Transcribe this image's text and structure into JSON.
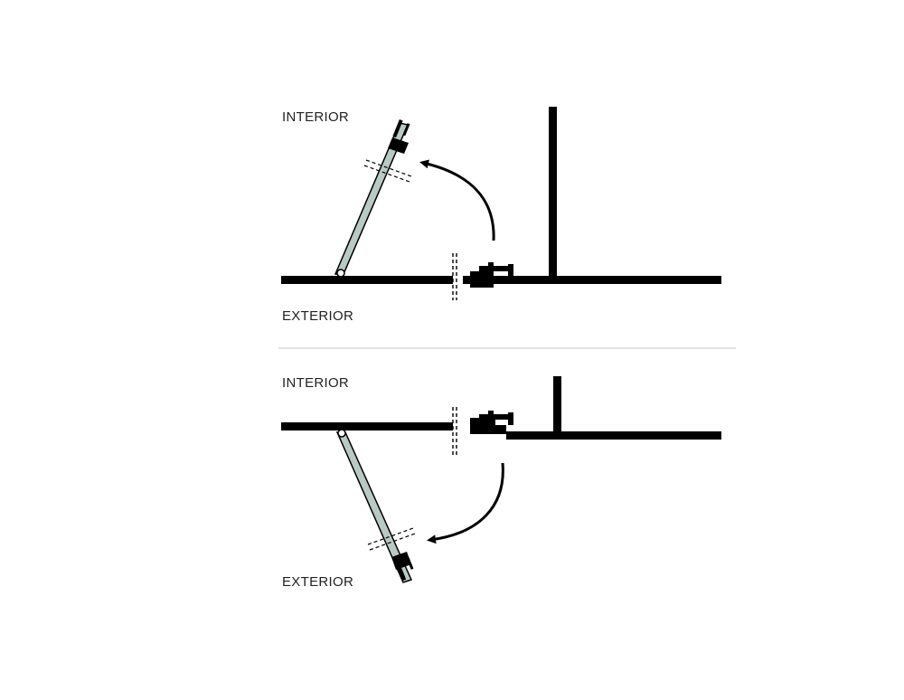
{
  "diagrams": [
    {
      "interior_label": "INTERIOR",
      "exterior_label": "EXTERIOR",
      "swing": "inward"
    },
    {
      "interior_label": "INTERIOR",
      "exterior_label": "EXTERIOR",
      "swing": "outward"
    }
  ],
  "colors": {
    "line": "#000000",
    "door_panel": "#b9c9c4",
    "divider": "#d9d9d9"
  }
}
